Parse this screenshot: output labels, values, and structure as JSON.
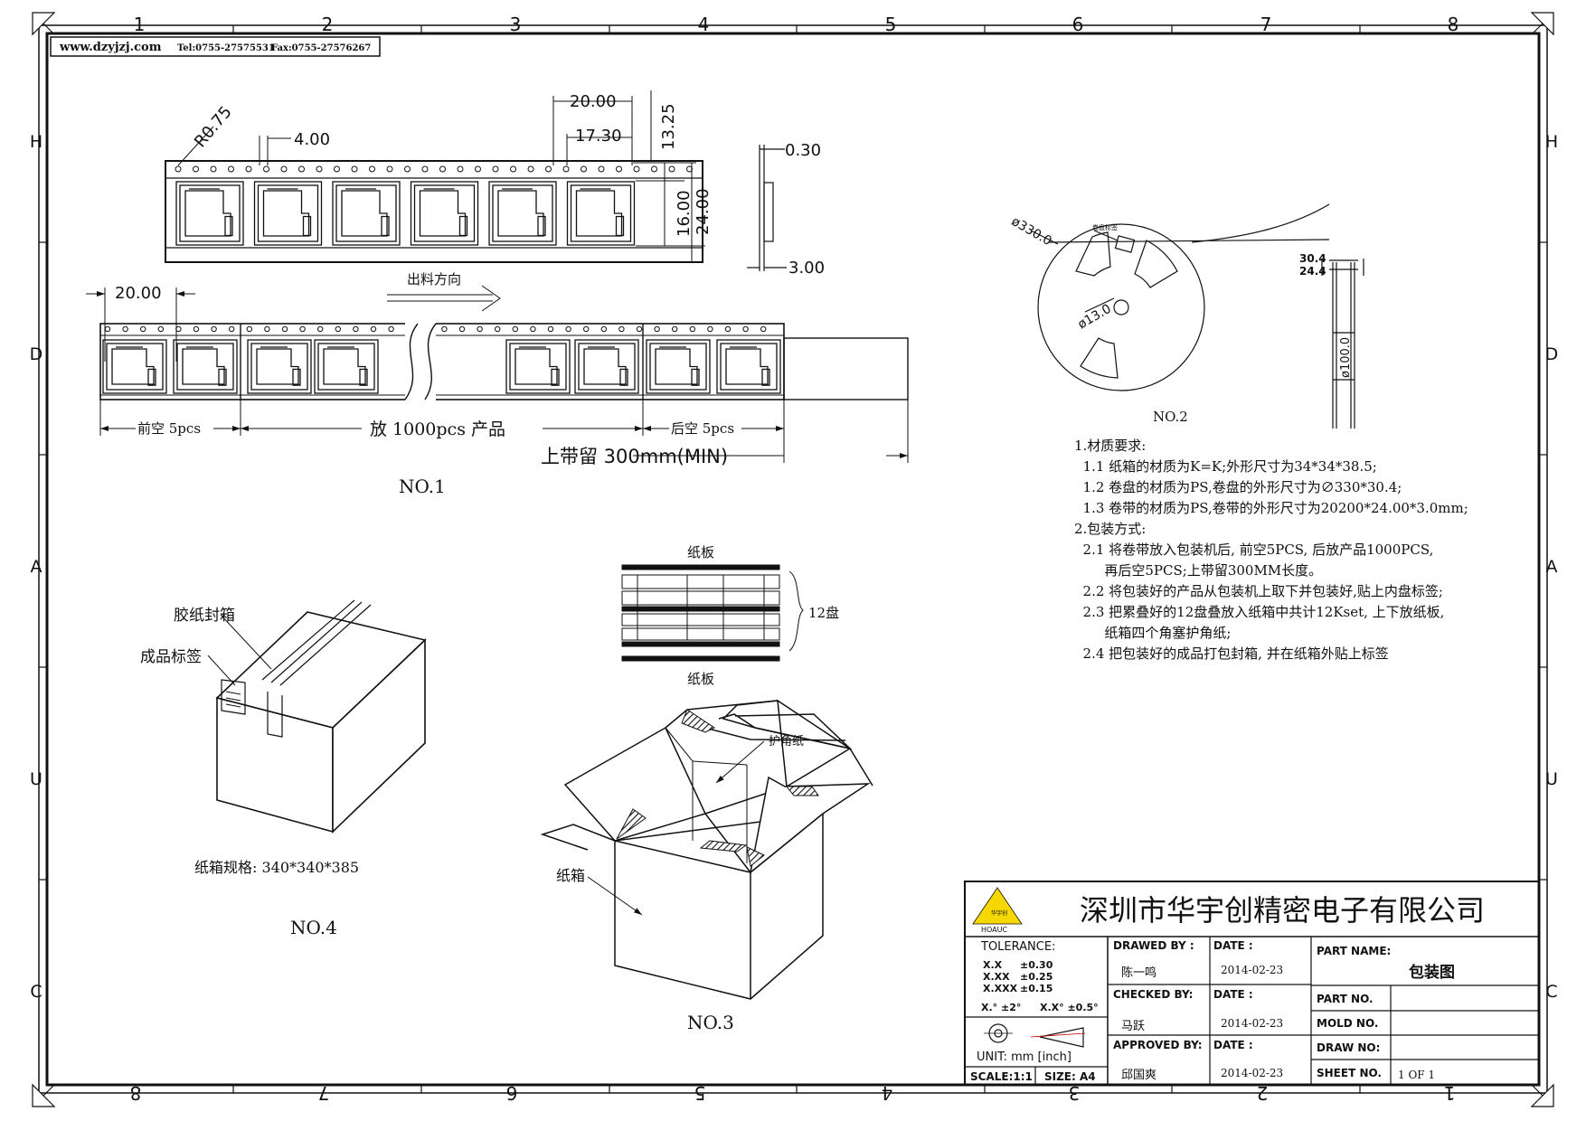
{
  "header": {
    "website": "www.dzyjzj.com",
    "tel": "Tel:0755-27575531",
    "fax": "Fax:0755-27576267"
  },
  "frame": {
    "cols_top": [
      "1",
      "2",
      "3",
      "4",
      "5",
      "6",
      "7",
      "8"
    ],
    "cols_bottom": [
      "8",
      "7",
      "6",
      "5",
      "4",
      "3",
      "2",
      "1"
    ],
    "rows_left": [
      "H",
      "D",
      "A",
      "U",
      "C"
    ],
    "rows_right": [
      "H",
      "D",
      "A",
      "U",
      "C"
    ]
  },
  "no1": {
    "label": "NO.1",
    "dims": {
      "r075": "R0.75",
      "d4": "4.00",
      "d20a": "20.00",
      "d1730": "17.30",
      "d1325": "13.25",
      "d16": "16.00",
      "d24": "24.00",
      "d030": "0.30",
      "d300": "3.00",
      "d20b": "20.00"
    },
    "direction": "出料方向",
    "front_empty": "前空 5pcs",
    "product": "放 1000pcs 产品",
    "rear_empty": "后空 5pcs",
    "leader": "上带留 300mm(MIN)"
  },
  "no2": {
    "label": "NO.2",
    "dia330": "ø330.0",
    "dia13": "ø13.0",
    "reel_label": "卷盘标签",
    "dia100": "ø100.0",
    "w304": "30.4",
    "w244": "24.4"
  },
  "notes": [
    "1.材质要求:",
    "  1.1 纸箱的材质为K=K;外形尺寸为34*34*38.5;",
    "  1.2 卷盘的材质为PS,卷盘的外形尺寸为∅330*30.4;",
    "  1.3 卷带的材质为PS,卷带的外形尺寸为20200*24.00*3.0mm;",
    "2.包装方式:",
    "  2.1 将卷带放入包装机后, 前空5PCS, 后放产品1000PCS,",
    "       再后空5PCS;上带留300MM长度。",
    "  2.2 将包装好的产品从包装机上取下并包装好,贴上内盘标签;",
    "  2.3 把累叠好的12盘叠放入纸箱中共计12Kset, 上下放纸板,",
    "       纸箱四个角塞护角纸;",
    "  2.4 把包装好的成品打包封箱, 并在纸箱外贴上标签"
  ],
  "stack": {
    "top": "纸板",
    "bottom": "纸板",
    "count": "12盘"
  },
  "no4": {
    "label": "NO.4",
    "tape": "胶纸封箱",
    "tag": "成品标签",
    "spec": "纸箱规格: 340*340*385"
  },
  "no3": {
    "label": "NO.3",
    "corner": "护角纸",
    "carton": "纸箱"
  },
  "title_block": {
    "company": "深圳市华宇创精密电子有限公司",
    "logo_text": "华宇创",
    "logo_sub": "HOAUC",
    "tolerance_title": "TOLERANCE:",
    "tol_x": "X.X",
    "tol_x_v": "±0.30",
    "tol_xx": "X.XX",
    "tol_xx_v": "±0.25",
    "tol_xxx": "X.XXX",
    "tol_xxx_v": "±0.15",
    "tol_ang1": "X.° ±2°",
    "tol_ang2": "X.X° ±0.5°",
    "unit": "UNIT:  mm  [inch]",
    "scale": "SCALE:1:1",
    "size": "SIZE: A4",
    "drawed_by_label": "DRAWED BY :",
    "drawed_by": "陈一鸣",
    "checked_by_label": "CHECKED BY:",
    "checked_by": "马跃",
    "approved_by_label": "APPROVED BY:",
    "approved_by": "邱国爽",
    "date_label": "DATE :",
    "date1": "2014-02-23",
    "date2": "2014-02-23",
    "date3": "2014-02-23",
    "part_name_label": "PART NAME:",
    "part_name": "包装图",
    "part_no_label": "PART NO.",
    "mold_no_label": "MOLD NO.",
    "draw_no_label": "DRAW NO:",
    "sheet_no_label": "SHEET NO.",
    "sheet_no": "1 OF 1",
    "logo_color": "#f5d800"
  }
}
